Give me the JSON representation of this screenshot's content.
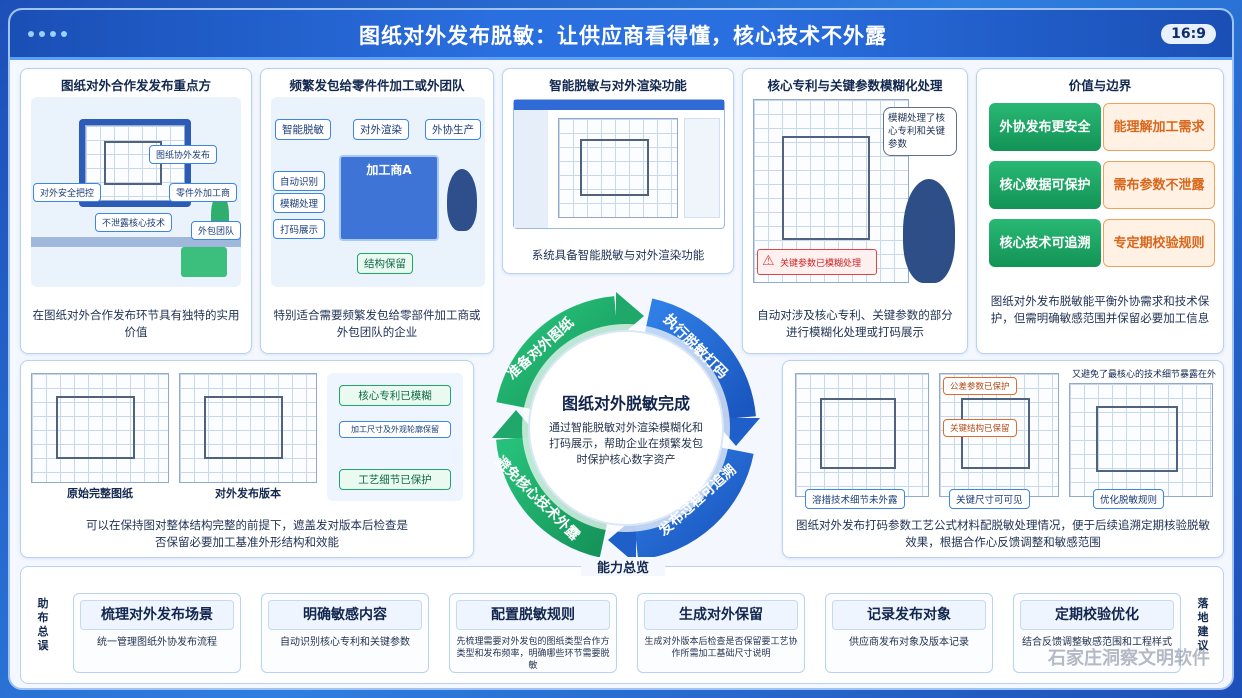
{
  "header": {
    "title": "图纸对外发布脱敏：让供应商看得懂，核心技术不外露",
    "ratio": "16:9"
  },
  "panels": {
    "p1": {
      "title": "图纸对外合作发发布重点方",
      "caption": "在图纸对外合作发布环节具有独特的实用价值",
      "tags": [
        "图纸协外发布",
        "对外安全把控",
        "零件外加工商",
        "外包团队",
        "不泄露核心技术"
      ]
    },
    "p2": {
      "title": "频繁发包给零件件加工或外团队",
      "caption": "特别适合需要频繁发包给零部件加工商或外包团队的企业",
      "tags": [
        "智能脱敏",
        "对外渲染",
        "外协生产",
        "自动识别",
        "模糊处理",
        "打码展示",
        "结构保留"
      ],
      "screen": "加工商A"
    },
    "p3": {
      "title": "智能脱敏与对外渲染功能",
      "caption": "系统具备智能脱敏与对外渲染功能"
    },
    "p4": {
      "title": "核心专利与关键参数模糊化处理",
      "caption": "自动对涉及核心专利、关键参数的部分进行模糊化处理或打码展示",
      "bubble": "模糊处理了核心专利和关键参数",
      "warning": "关键参数已模糊处理"
    },
    "p5": {
      "title": "价值与边界",
      "caption": "图纸对外发布脱敏能平衡外协需求和技术保护，但需明确敏感范围并保留必要加工信息",
      "green": [
        "外协发布更安全",
        "核心数据可保护",
        "核心技术可追溯"
      ],
      "orange": [
        "能理解加工需求",
        "需布参数不泄露",
        "专定期校验规则"
      ]
    },
    "p6": {
      "caption": "可以在保持图对整体结构完整的前提下，遮盖发对版本后检查是否保留必要加工基准外形结构和效能",
      "labels": [
        "原始完整图纸",
        "对外发布版本"
      ],
      "tags": [
        "核心专利已模糊",
        "加工尺寸及外观轮廓保留",
        "工艺细节已保护"
      ]
    },
    "p7": {
      "caption": "图纸对外发布打码参数工艺公式材料配脱敏处理情况，便于后续追溯定期核验脱敏效果，根据合作心反馈调整和敏感范围",
      "top": "又避免了最核心的技术细节暴露在外",
      "labels": [
        "溶措技术细节未外露",
        "关键尺寸可可见",
        "优化脱敏规则"
      ],
      "tags": [
        "公差参数已保护",
        "关键结构已保留"
      ]
    }
  },
  "center": {
    "title": "图纸对外脱敏完成",
    "desc": "通过智能脱敏对外渲染模糊化和打码展示，帮助企业在频繁发包时保护核心数字资产"
  },
  "ring": [
    "准备对外图纸",
    "执行脱敏打码",
    "发布过程可追溯",
    "避免核心技术外露"
  ],
  "ability": {
    "title": "能力总览",
    "cards": [
      {
        "head": "梳理对外发布场景",
        "desc": "统一管理图纸外协发布流程"
      },
      {
        "head": "明确敏感内容",
        "desc": "自动识别核心专利和关键参数"
      },
      {
        "head": "配置脱敏规则",
        "desc": "先梳理需要对外发包的图纸类型合作方类型和发布频率，明确哪些环节需要脱敏"
      },
      {
        "head": "生成对外保留",
        "desc": "生成对外版本后检查是否保留要工艺协作所需加工基础尺寸说明"
      },
      {
        "head": "记录发布对象",
        "desc": "供应商发布对象及版本记录"
      },
      {
        "head": "定期校验优化",
        "desc": "结合反馈调整敏感范围和工程样式"
      }
    ],
    "left": "助布总误",
    "right": "落地建议"
  },
  "watermark": "石家庄洞察文明软件"
}
